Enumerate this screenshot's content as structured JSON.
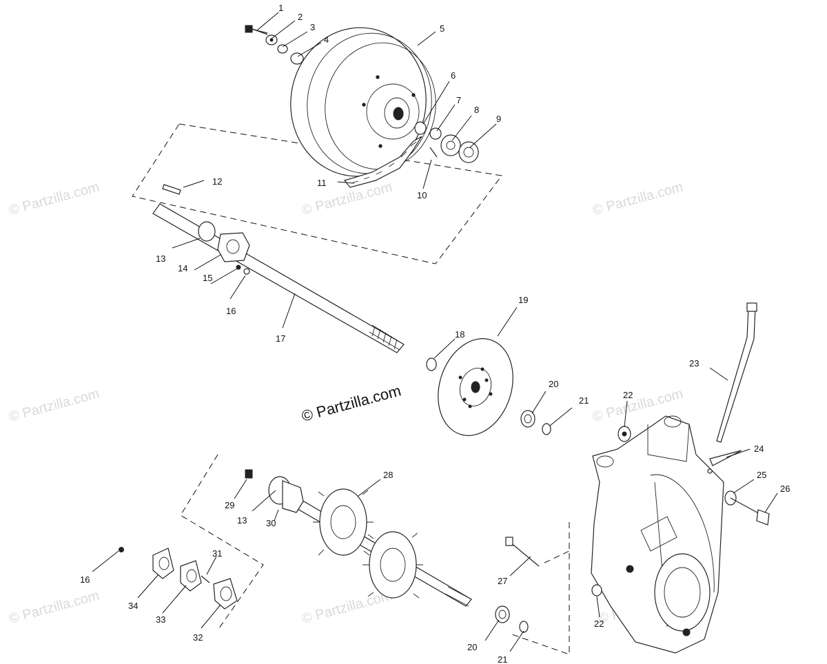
{
  "watermarks": {
    "main": "© Partzilla.com",
    "faint": "© Partzilla.com"
  },
  "callouts": [
    "1",
    "2",
    "3",
    "4",
    "5",
    "6",
    "7",
    "8",
    "9",
    "10",
    "11",
    "12",
    "13",
    "14",
    "15",
    "16",
    "17",
    "18",
    "19",
    "20",
    "21",
    "22",
    "23",
    "24",
    "25",
    "26",
    "27",
    "28",
    "29",
    "13",
    "30",
    "16",
    "31",
    "34",
    "33",
    "32",
    "20",
    "21",
    "22"
  ]
}
